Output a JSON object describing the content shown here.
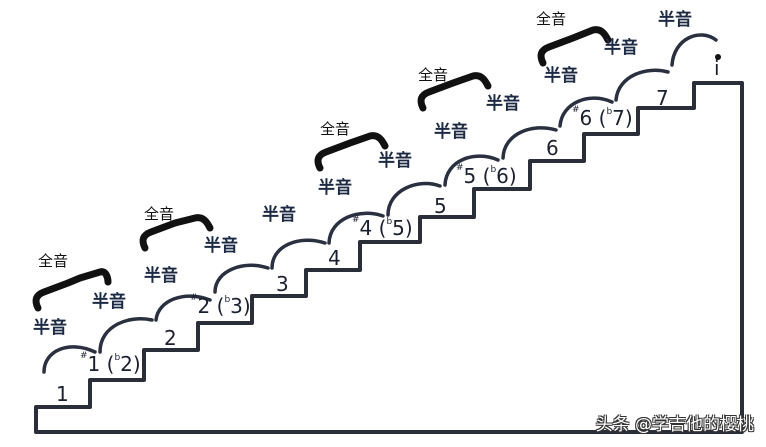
{
  "diagram": {
    "type": "scale-staircase",
    "steps": [
      {
        "label": "1"
      },
      {
        "label": "#1 (b2)",
        "sharp": "#",
        "base": "1",
        "flat": "b",
        "alt": "2"
      },
      {
        "label": "2"
      },
      {
        "label": "#2 (b3)",
        "sharp": "#",
        "base": "2",
        "flat": "b",
        "alt": "3"
      },
      {
        "label": "3"
      },
      {
        "label": "4"
      },
      {
        "label": "#4 (b5)",
        "sharp": "#",
        "base": "4",
        "flat": "b",
        "alt": "5"
      },
      {
        "label": "5"
      },
      {
        "label": "#5 (b6)",
        "sharp": "#",
        "base": "5",
        "flat": "b",
        "alt": "6"
      },
      {
        "label": "6"
      },
      {
        "label": "#6 (b7)",
        "sharp": "#",
        "base": "6",
        "flat": "b",
        "alt": "7"
      },
      {
        "label": "7"
      },
      {
        "label": "i",
        "dot": true
      }
    ],
    "half_step_label": "半音",
    "whole_step_label": "全音",
    "watermark": "头条 @学吉他的樱桃"
  }
}
